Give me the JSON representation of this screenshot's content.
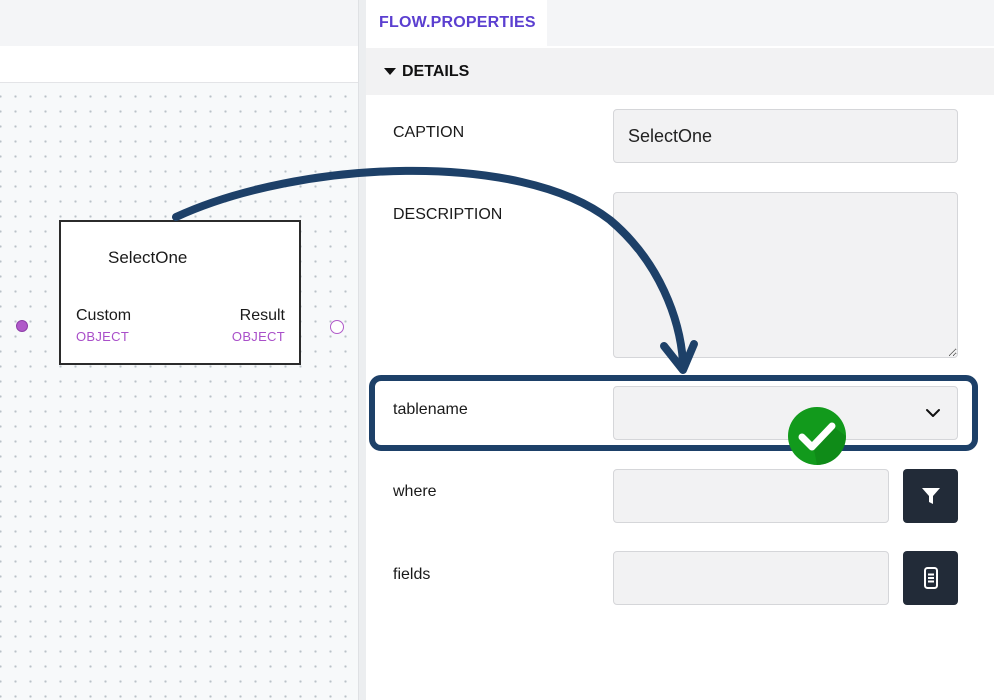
{
  "canvas": {
    "node": {
      "title": "SelectOne",
      "input": {
        "label": "Custom",
        "type": "OBJECT"
      },
      "output": {
        "label": "Result",
        "type": "OBJECT"
      }
    }
  },
  "properties": {
    "tab_label": "FLOW.PROPERTIES",
    "section_title": "DETAILS",
    "caption": {
      "label": "CAPTION",
      "value": "SelectOne"
    },
    "description": {
      "label": "DESCRIPTION",
      "value": ""
    },
    "tablename": {
      "label": "tablename",
      "value": ""
    },
    "where": {
      "label": "where",
      "value": ""
    },
    "fields": {
      "label": "fields",
      "value": ""
    }
  },
  "colors": {
    "tab_accent": "#5b3fd0",
    "port_type": "#a94fc9",
    "highlight_stroke": "#1d4068",
    "check_green": "#129a1c",
    "icon_button": "#222b38"
  },
  "icons": {
    "dropdown": "chevron-down-icon",
    "where_button": "filter-icon",
    "fields_button": "list-icon",
    "badge": "checkmark-icon"
  }
}
